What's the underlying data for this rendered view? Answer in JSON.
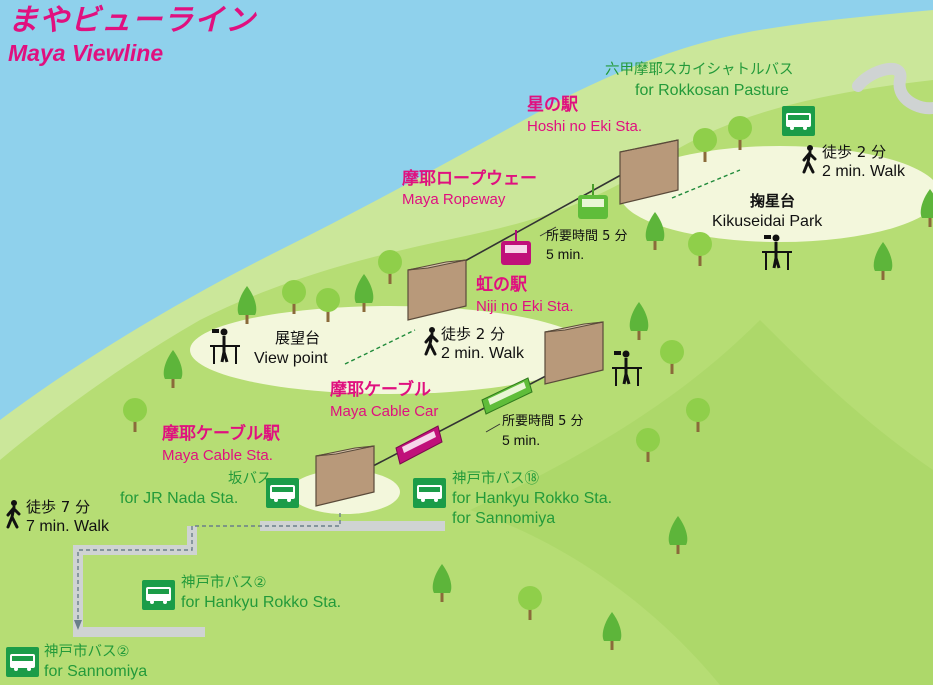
{
  "title": {
    "ja": "まやビューライン",
    "en": "Maya Viewline"
  },
  "stations": {
    "hoshi": {
      "ja": "星の駅",
      "en": "Hoshi no Eki Sta."
    },
    "niji": {
      "ja": "虹の駅",
      "en": "Niji no Eki Sta."
    },
    "cable": {
      "ja": "摩耶ケーブル駅",
      "en": "Maya Cable Sta."
    }
  },
  "lines": {
    "ropeway": {
      "ja": "摩耶ロープウェー",
      "en": "Maya Ropeway",
      "time_ja": "所要時間 5 分",
      "time_en": "5 min."
    },
    "cablecar": {
      "ja": "摩耶ケーブル",
      "en": "Maya Cable Car",
      "time_ja": "所要時間 5 分",
      "time_en": "5 min."
    }
  },
  "viewpoints": {
    "tenbodai": {
      "ja": "展望台",
      "en": "View point"
    },
    "kikuseidai": {
      "ja": "掬星台",
      "en": "Kikuseidai Park"
    }
  },
  "walks": {
    "niji_walk": {
      "ja": "徒歩 2 分",
      "en": "2 min. Walk"
    },
    "hoshi_walk": {
      "ja": "徒歩 2 分",
      "en": "2 min. Walk"
    },
    "nada_walk": {
      "ja": "徒歩 7 分",
      "en": "7 min. Walk"
    }
  },
  "buses": {
    "rokko_shuttle": {
      "ja": "六甲摩耶スカイシャトルバス",
      "en": "for Rokkosan Pasture"
    },
    "saka": {
      "ja": "坂バス",
      "en": "for JR Nada Sta."
    },
    "kobe18": {
      "ja": "神戸市バス⑱",
      "en1": "for Hankyu Rokko Sta.",
      "en2": "for Sannomiya"
    },
    "kobe2_rokko": {
      "ja": "神戸市バス②",
      "en": "for Hankyu Rokko Sta."
    },
    "kobe2_sannomiya": {
      "ja": "神戸市バス②",
      "en": "for Sannomiya"
    }
  },
  "colors": {
    "sky": "#8fd1ec",
    "mountain": "#b6dd74",
    "mountain_light": "#cfe99d",
    "accent": "#e0107f",
    "green_text": "#239a3a",
    "bus_icon": "#1b9c48",
    "cable_car": "#c0107a",
    "ropeway_upper": "#5fbd3a",
    "station_building": "#c7ab8e"
  },
  "icons": [
    "bus-icon",
    "walking-person-icon",
    "telescope-viewer-icon",
    "tree-icon",
    "cable-car-icon",
    "gondola-icon",
    "station-building-icon"
  ]
}
